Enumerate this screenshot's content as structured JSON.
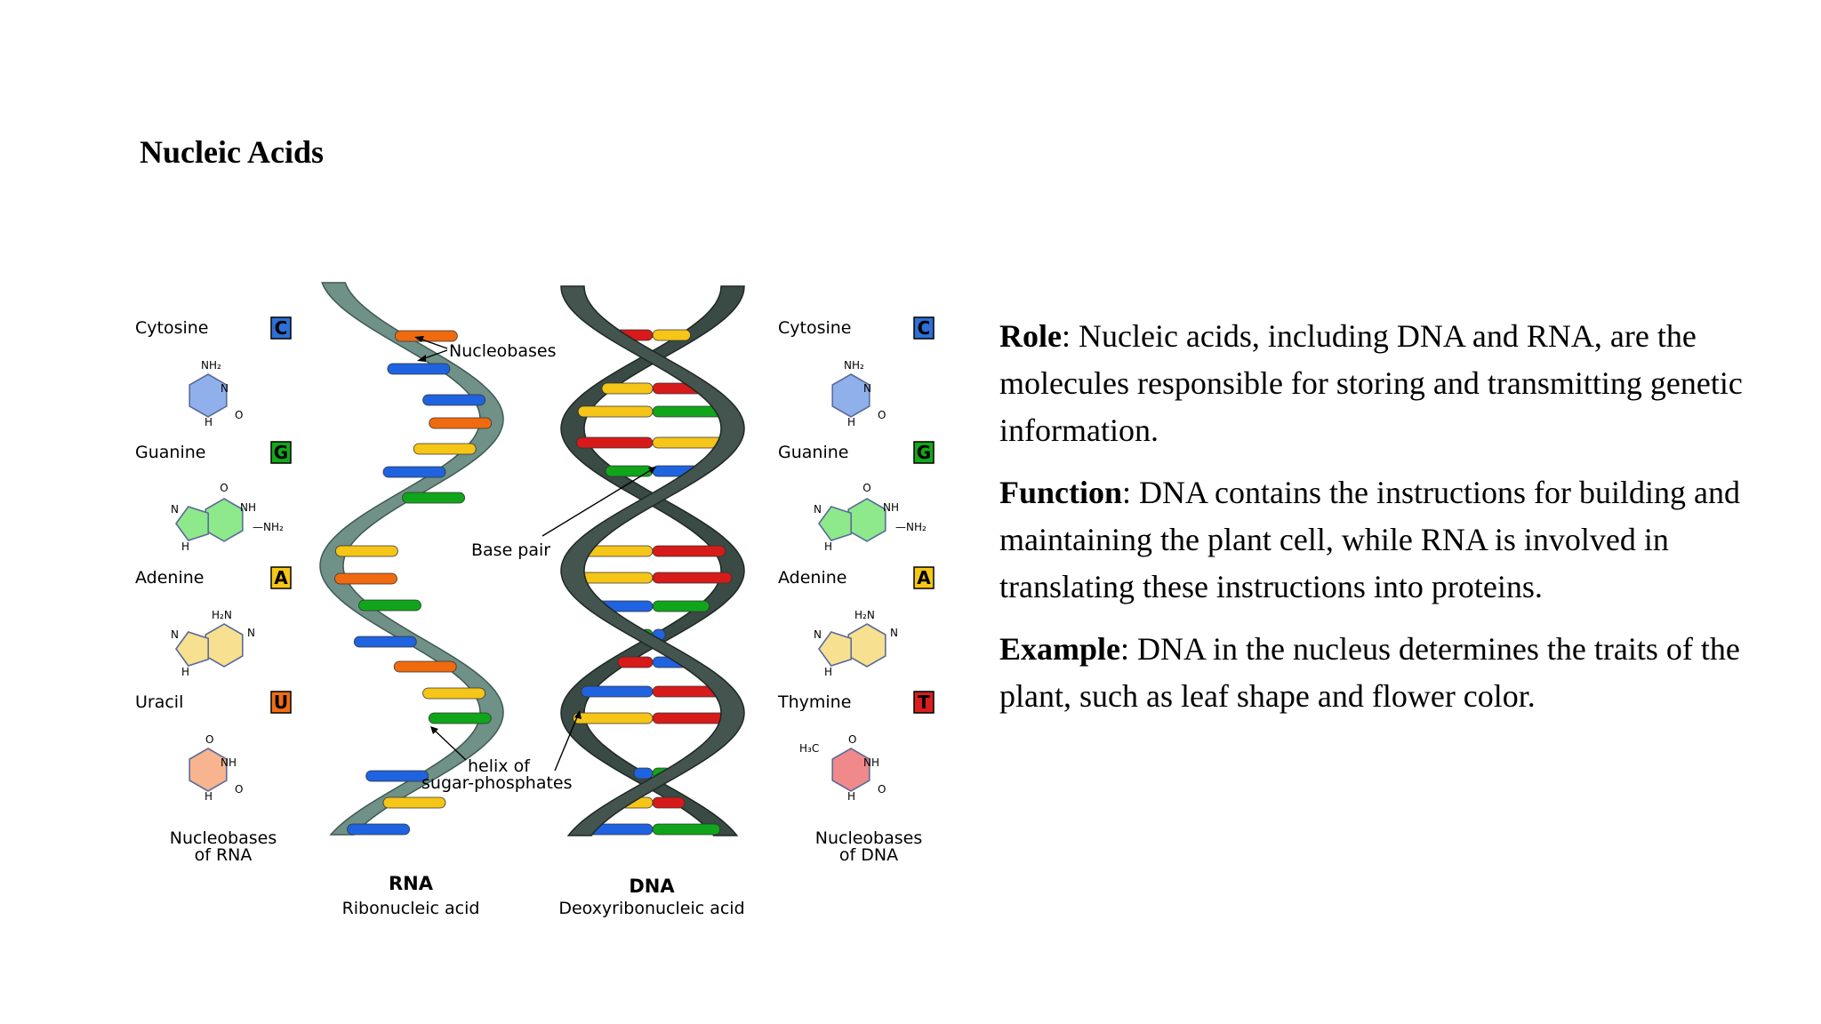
{
  "slide": {
    "title": "Nucleic Acids"
  },
  "content": {
    "role": {
      "label": "Role",
      "text": ": Nucleic acids, including DNA and RNA, are the molecules responsible for storing and transmitting genetic information."
    },
    "function": {
      "label": "Function",
      "text": ": DNA contains the instructions for building and maintaining the plant cell, while RNA is involved in translating these instructions into proteins."
    },
    "example": {
      "label": "Example",
      "text": ": DNA in the nucleus determines the traits of the plant, such as leaf shape and flower color."
    }
  },
  "diagram": {
    "rna_bases": [
      {
        "name": "Cytosine",
        "letter": "C",
        "color": "#2f6fd6",
        "ring": "#8fb0ea"
      },
      {
        "name": "Guanine",
        "letter": "G",
        "color": "#13a81a",
        "ring": "#8ee98a"
      },
      {
        "name": "Adenine",
        "letter": "A",
        "color": "#f6c816",
        "ring": "#f7e08f"
      },
      {
        "name": "Uracil",
        "letter": "U",
        "color": "#ef6e12",
        "ring": "#f7b48e"
      }
    ],
    "dna_bases": [
      {
        "name": "Cytosine",
        "letter": "C",
        "color": "#2f6fd6",
        "ring": "#8fb0ea"
      },
      {
        "name": "Guanine",
        "letter": "G",
        "color": "#13a81a",
        "ring": "#8ee98a"
      },
      {
        "name": "Adenine",
        "letter": "A",
        "color": "#f6c816",
        "ring": "#f7e08f"
      },
      {
        "name": "Thymine",
        "letter": "T",
        "color": "#d81e1e",
        "ring": "#f08a8a"
      }
    ],
    "rna_caption_line1": "Nucleobases",
    "rna_caption_line2": "of RNA",
    "dna_caption_line1": "Nucleobases",
    "dna_caption_line2": "of DNA",
    "label_nucleobases": "Nucleobases",
    "label_base_pair": "Base pair",
    "label_helix_line1": "helix of",
    "label_helix_line2": "sugar-phosphates",
    "rna_title": "RNA",
    "rna_subtitle": "Ribonucleic acid",
    "dna_title": "DNA",
    "dna_subtitle": "Deoxyribonucleic acid",
    "chem": {
      "nh2": "NH₂",
      "h2n": "H₂N",
      "nh": "NH",
      "n": "N",
      "h": "H",
      "o": "O",
      "h3c": "H₃C"
    },
    "colors": {
      "rna_backbone": "#6f9187",
      "dna_backbone": "#3a4a44",
      "blue": "#1f63e0",
      "green": "#10a51a",
      "yellow": "#f5c518",
      "orange": "#f06a10",
      "red": "#d71a1a"
    }
  }
}
